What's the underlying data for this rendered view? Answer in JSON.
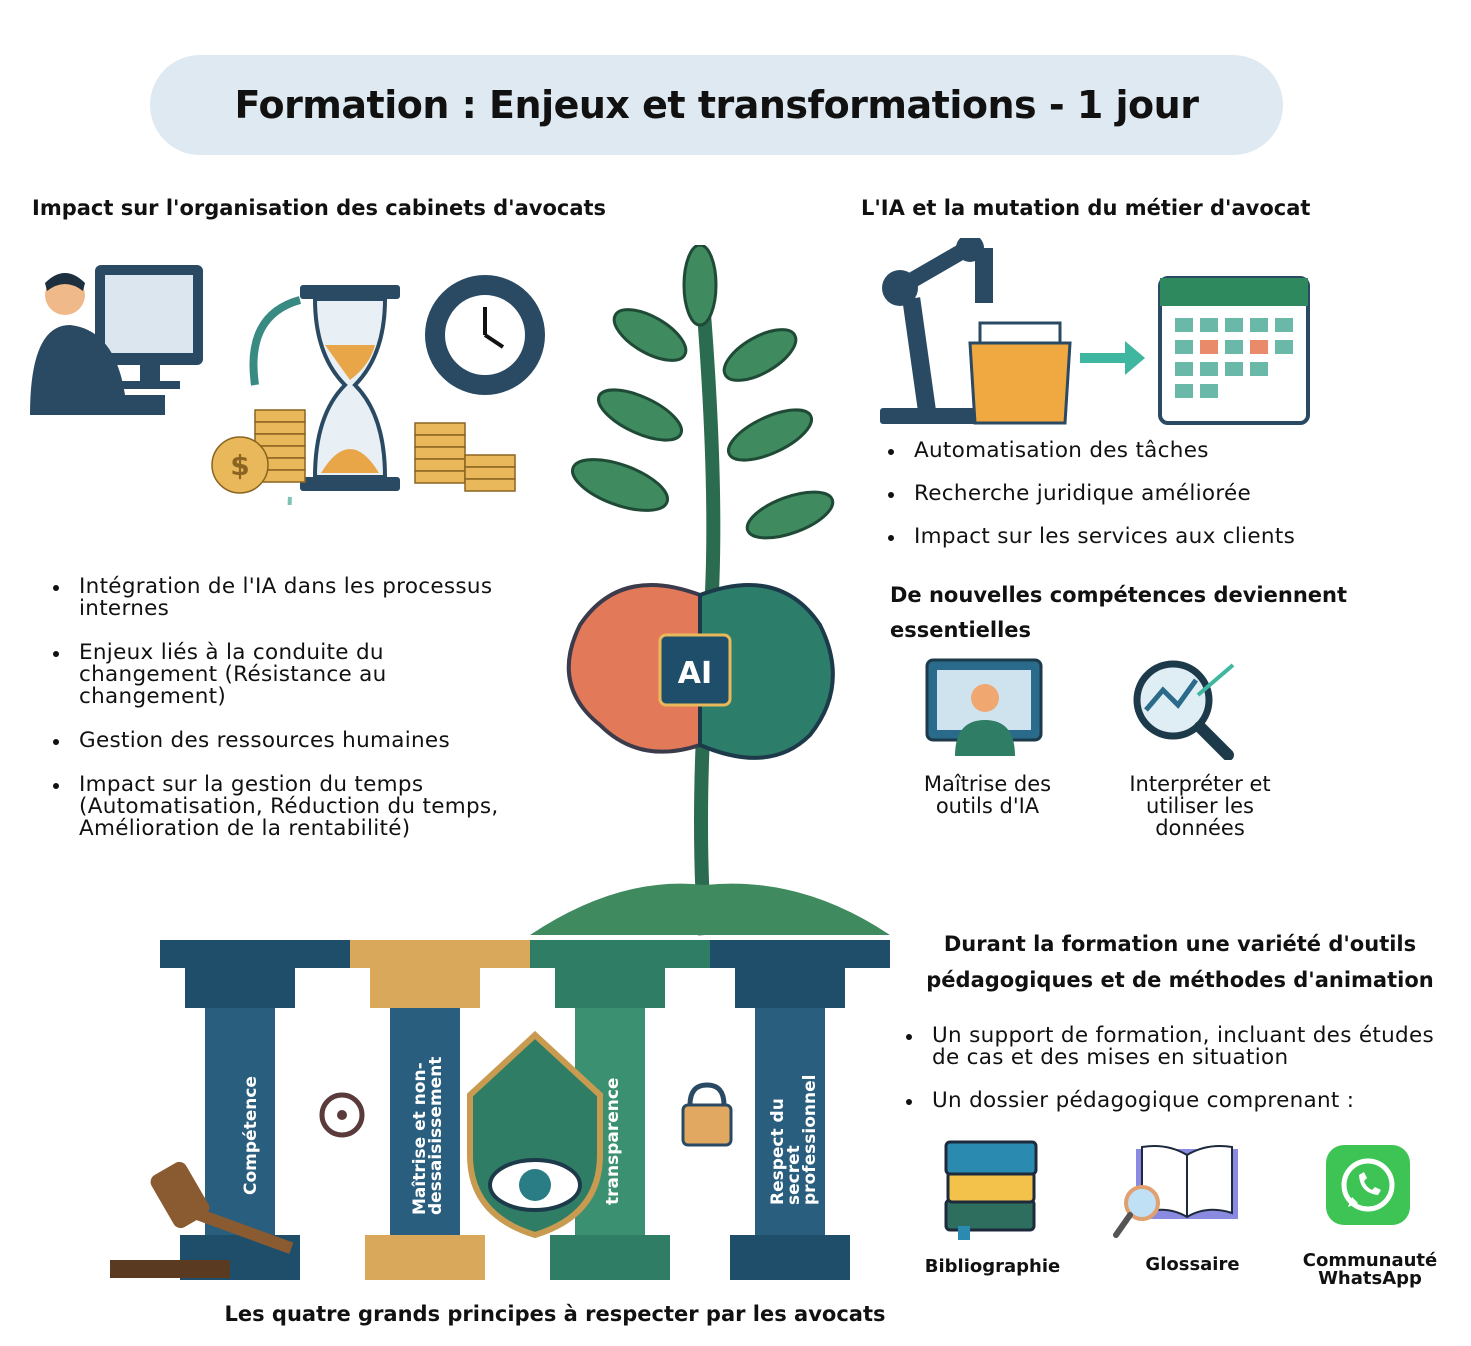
{
  "title": "Formation : Enjeux et transformations - 1 jour",
  "left_section": {
    "heading": "Impact sur l'organisation des cabinets d'avocats",
    "bullets": [
      "Intégration de l'IA dans les processus internes",
      "Enjeux liés à la conduite du changement (Résistance au changement)",
      "Gestion des ressources humaines",
      "Impact sur la gestion du temps (Automatisation, Réduction du temps, Amélioration de la rentabilité)"
    ]
  },
  "right_section": {
    "heading": "L'IA et la mutation du métier d'avocat",
    "bullets": [
      "Automatisation des tâches",
      "Recherche juridique améliorée",
      "Impact sur les services aux clients"
    ]
  },
  "skills": {
    "heading": "De nouvelles compétences deviennent essentielles",
    "items": [
      {
        "label": "Maîtrise des outils d'IA",
        "icon": "person-screen-icon"
      },
      {
        "label": "Interpréter et utiliser les données",
        "icon": "magnifier-chart-icon"
      }
    ]
  },
  "center": {
    "chip_label": "AI"
  },
  "pillars": {
    "labels": [
      "Compétence",
      "Maîtrise et non-dessaisissement",
      "transparence",
      "Respect du secret professionnel"
    ],
    "caption": "Les quatre grands principes à respecter par les avocats",
    "colors": [
      "#1f4e6b",
      "#d9a85a",
      "#2e7d64",
      "#1f4e6b"
    ]
  },
  "tools": {
    "heading": "Durant la formation une variété d'outils pédagogiques et de méthodes d'animation",
    "bullets": [
      "Un support de formation, incluant des études de cas et des mises en situation",
      "Un dossier pédagogique comprenant :"
    ],
    "items": [
      {
        "label": "Bibliographie",
        "icon": "books-icon"
      },
      {
        "label": "Glossaire",
        "icon": "open-book-magnifier-icon"
      },
      {
        "label": "Communauté WhatsApp",
        "icon": "whatsapp-icon"
      }
    ]
  }
}
